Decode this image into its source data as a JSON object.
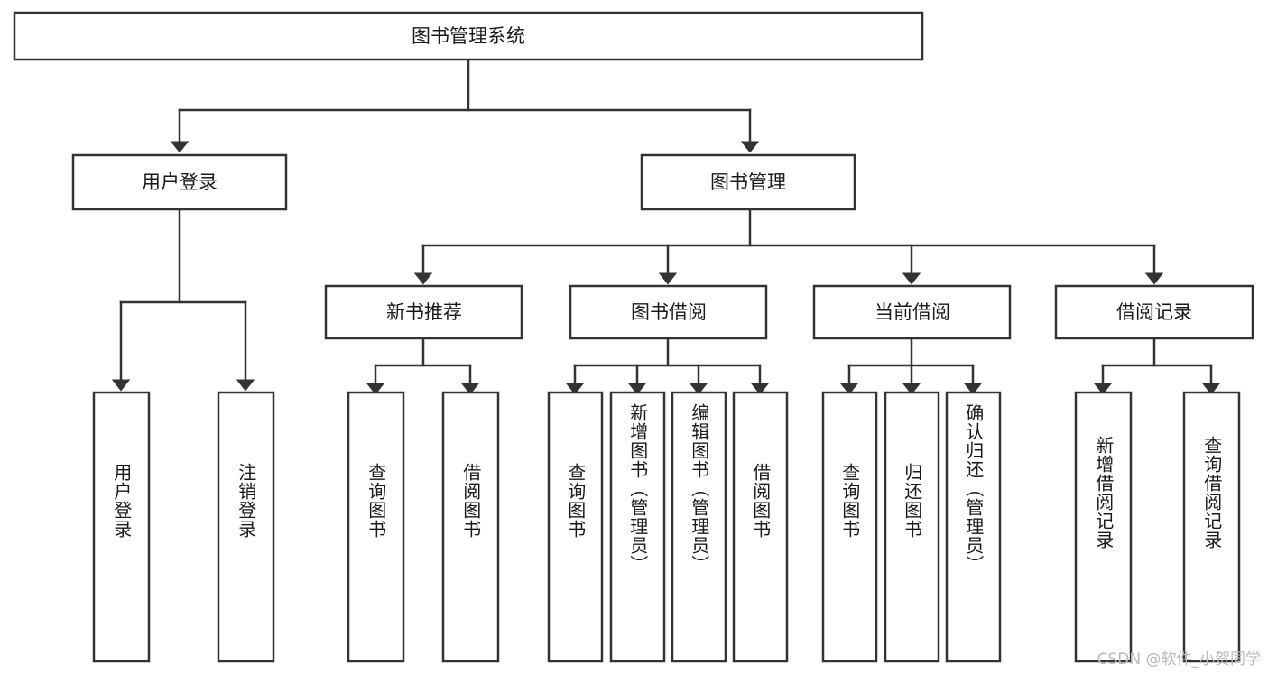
{
  "diagram": {
    "type": "tree-hierarchy",
    "title": "图书管理系统",
    "watermark": "CSDN @软件_小贺同学",
    "colors": {
      "box_fill": "#ffffff",
      "box_stroke": "#333333",
      "text": "#1a1a1a",
      "background": "#ffffff",
      "watermark": "#b9b9b9"
    },
    "root": {
      "label": "图书管理系统"
    },
    "level2": [
      {
        "label": "用户登录"
      },
      {
        "label": "图书管理"
      }
    ],
    "level3": [
      {
        "label": "新书推荐"
      },
      {
        "label": "图书借阅"
      },
      {
        "label": "当前借阅"
      },
      {
        "label": "借阅记录"
      }
    ],
    "leaves": {
      "user_login": [
        {
          "label": "用户登录"
        },
        {
          "label": "注销登录"
        }
      ],
      "new_book_recommend": [
        {
          "label": "查询图书"
        },
        {
          "label": "借阅图书"
        }
      ],
      "book_borrow": [
        {
          "label": "查询图书"
        },
        {
          "label": "新增图书（管理员）"
        },
        {
          "label": "编辑图书（管理员）"
        },
        {
          "label": "借阅图书"
        }
      ],
      "current_borrow": [
        {
          "label": "查询图书"
        },
        {
          "label": "归还图书"
        },
        {
          "label": "确认归还（管理员）"
        }
      ],
      "borrow_record": [
        {
          "label": "新增借阅记录"
        },
        {
          "label": "查询借阅记录"
        }
      ]
    }
  }
}
